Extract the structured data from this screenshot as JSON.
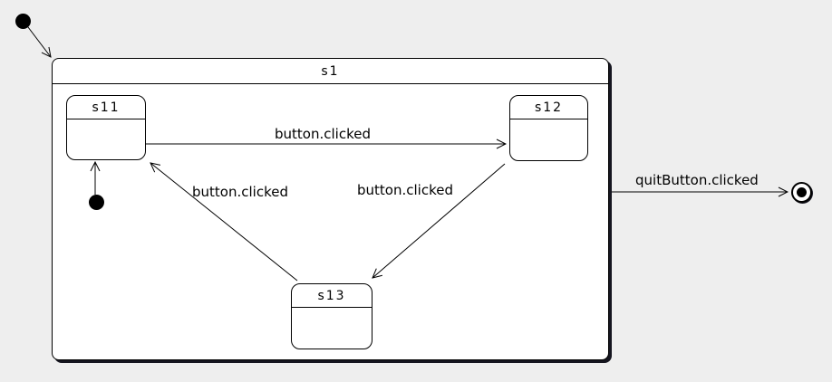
{
  "states": {
    "s1": {
      "label": "s1"
    },
    "s11": {
      "label": "s11"
    },
    "s12": {
      "label": "s12"
    },
    "s13": {
      "label": "s13"
    }
  },
  "transitions": {
    "s11_to_s12": {
      "label": "button.clicked"
    },
    "s13_to_s11": {
      "label": "button.clicked"
    },
    "s12_to_s13": {
      "label": "button.clicked"
    },
    "s1_to_final": {
      "label": "quitButton.clicked"
    }
  },
  "colors": {
    "background": "#eeeeee",
    "state_fill": "#ffffff",
    "line": "#000000",
    "shadow": "#15151f"
  }
}
